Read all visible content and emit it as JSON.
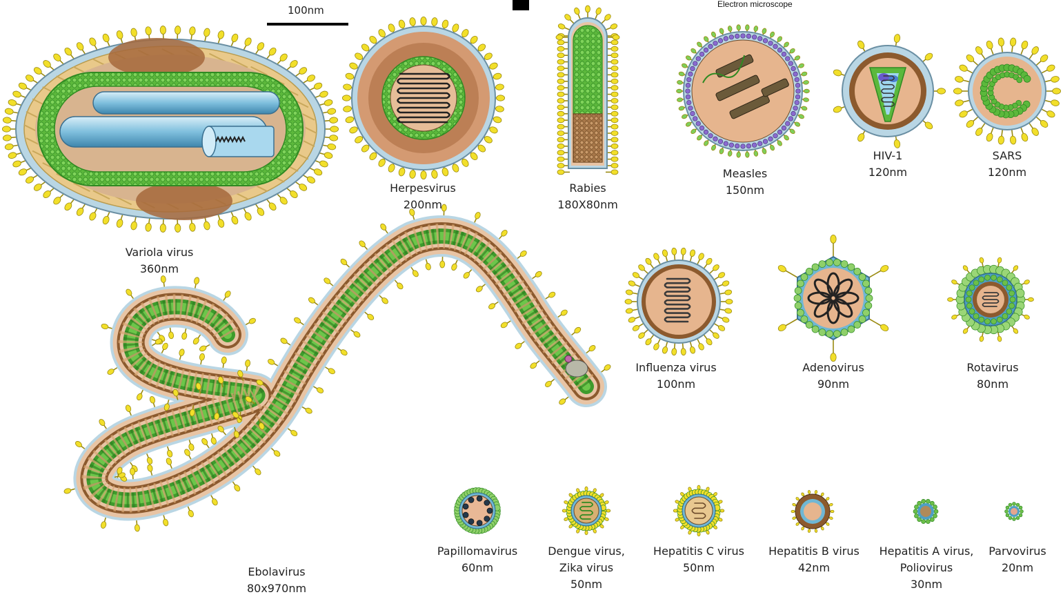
{
  "header": {
    "note": "Electron microscope"
  },
  "scale_bar": {
    "label": "100nm"
  },
  "viruses": [
    {
      "id": "variola",
      "name": "Variola virus",
      "size": "360nm"
    },
    {
      "id": "herpes",
      "name": "Herpesvirus",
      "size": "200nm"
    },
    {
      "id": "rabies",
      "name": "Rabies",
      "size": "180X80nm"
    },
    {
      "id": "measles",
      "name": "Measles",
      "size": "150nm"
    },
    {
      "id": "hiv",
      "name": "HIV-1",
      "size": "120nm"
    },
    {
      "id": "sars",
      "name": "SARS",
      "size": "120nm"
    },
    {
      "id": "ebola",
      "name": "Ebolavirus",
      "size": "80x970nm"
    },
    {
      "id": "influenza",
      "name": "Influenza virus",
      "size": "100nm"
    },
    {
      "id": "adeno",
      "name": "Adenovirus",
      "size": "90nm"
    },
    {
      "id": "rota",
      "name": "Rotavirus",
      "size": "80nm"
    },
    {
      "id": "papilloma",
      "name": "Papillomavirus",
      "size": "60nm"
    },
    {
      "id": "dengue",
      "name": "Dengue virus,",
      "name2": "Zika virus",
      "size": "50nm"
    },
    {
      "id": "hepc",
      "name": "Hepatitis C virus",
      "size": "50nm"
    },
    {
      "id": "hepb",
      "name": "Hepatitis B virus",
      "size": "42nm"
    },
    {
      "id": "hepa",
      "name": "Hepatitis A virus,",
      "name2": "Poliovirus",
      "size": "30nm"
    },
    {
      "id": "parvo",
      "name": "Parvovirus",
      "size": "20nm"
    }
  ],
  "colors": {
    "envelope": "#b9d6e4",
    "envelope_stroke": "#6a8fa3",
    "interior": "#e8b896",
    "capsid_green": "#5cb83c",
    "capsid_dark": "#2f8a22",
    "matrix_brown": "#8a5a2e",
    "spike": "#f2df2a",
    "spike_stroke": "#9a8a10",
    "nucleo_blue": "#7fc6e3",
    "rna": "#333333"
  }
}
